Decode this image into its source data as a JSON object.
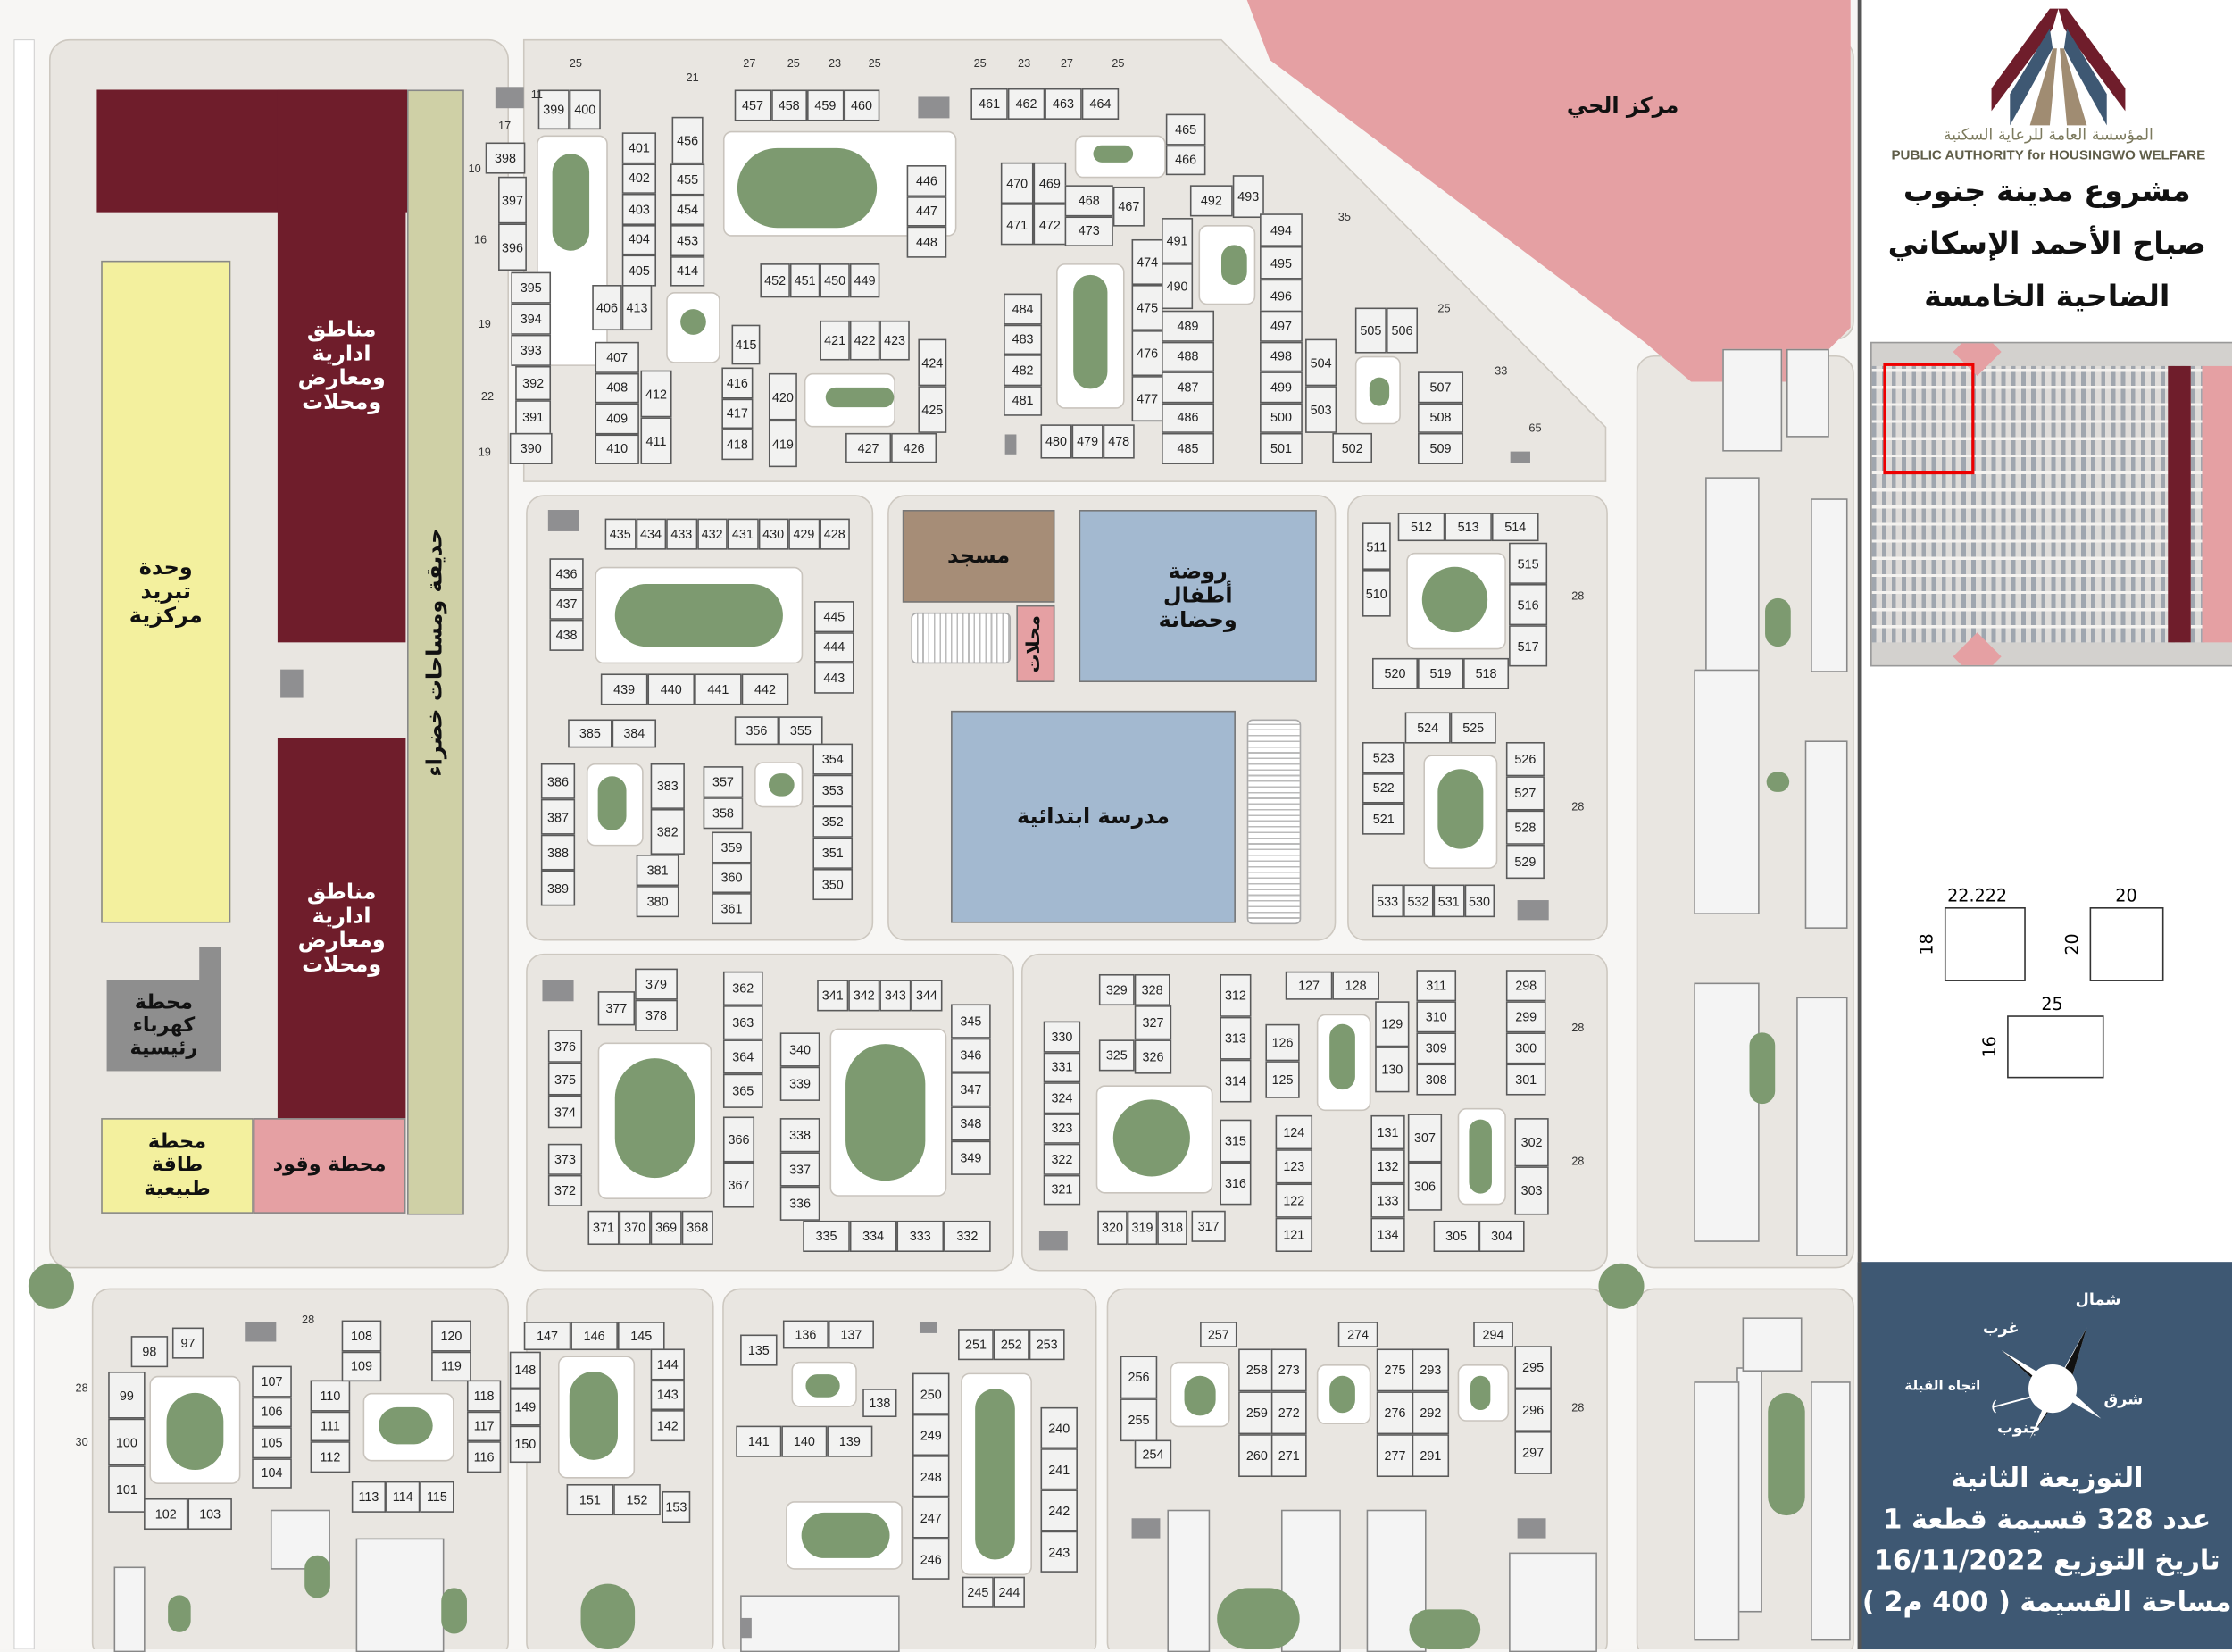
{
  "map": {
    "neighborhood_center": "مركز الحي",
    "admin_zone_top": "مناطق ادارية ومعارض ومحلات",
    "admin_zone_bottom": "مناطق ادارية ومعارض ومحلات",
    "green_strip": "حديقة ومساحات خضراء",
    "cooling_unit": "وحدة تبريد مركزية",
    "power_station": "محطة كهرباء رئيسية",
    "energy_station": "محطة طاقة طبيعية",
    "fuel_station": "محطة وقود",
    "mosque": "مسجد",
    "shops": "محلات",
    "kindergarten": "روضة أطفال وحضانة",
    "school": "مدرسة ابتدائية",
    "dimension_labels": [
      "25",
      "21",
      "27",
      "25",
      "23",
      "25",
      "25",
      "23",
      "27",
      "25",
      "35",
      "25",
      "33",
      "65",
      "28",
      "28",
      "28",
      "28",
      "28",
      "28",
      "28",
      "30",
      "22",
      "19",
      "19",
      "16",
      "10",
      "17",
      "11"
    ],
    "plot_groups": [
      [
        398
      ],
      [
        397,
        396
      ],
      [
        395,
        394,
        393
      ],
      [
        392,
        391
      ],
      [
        390
      ],
      [
        399,
        400
      ],
      [
        401,
        402,
        403,
        404,
        405
      ],
      [
        456
      ],
      [
        455,
        454,
        453,
        414
      ],
      [
        406,
        413
      ],
      [
        407,
        408,
        409,
        410
      ],
      [
        412,
        411
      ],
      [
        457,
        458,
        459,
        460
      ],
      [
        461,
        462,
        463,
        464
      ],
      [
        465,
        466
      ],
      [
        446,
        447,
        448
      ],
      [
        452,
        451,
        450,
        449
      ],
      [
        421,
        422,
        423
      ],
      [
        424,
        425
      ],
      [
        415
      ],
      [
        416,
        417,
        418
      ],
      [
        420,
        419
      ],
      [
        427,
        426
      ],
      [
        470,
        469
      ],
      [
        471,
        472
      ],
      [
        468,
        473
      ],
      [
        467
      ],
      [
        484,
        483,
        482,
        481
      ],
      [
        480,
        479,
        478
      ],
      [
        474,
        475,
        476,
        477
      ],
      [
        491,
        490
      ],
      [
        489,
        488,
        487,
        486,
        485
      ],
      [
        492
      ],
      [
        493
      ],
      [
        494,
        495,
        496
      ],
      [
        497,
        498,
        499,
        500,
        501
      ],
      [
        504,
        503
      ],
      [
        502
      ],
      [
        505,
        506
      ],
      [
        507,
        508,
        509
      ],
      [
        435,
        434,
        433,
        432,
        431,
        430,
        429,
        428
      ],
      [
        436,
        437,
        438
      ],
      [
        445,
        444,
        443
      ],
      [
        439,
        440,
        441,
        442
      ],
      [
        385,
        384
      ],
      [
        356,
        355
      ],
      [
        386,
        387,
        388,
        389
      ],
      [
        383,
        382
      ],
      [
        381,
        380
      ],
      [
        357,
        358
      ],
      [
        359,
        360,
        361
      ],
      [
        354,
        353,
        352,
        351,
        350
      ],
      [
        512,
        513,
        514
      ],
      [
        511,
        510
      ],
      [
        515,
        516,
        517
      ],
      [
        520,
        519,
        518
      ],
      [
        524,
        525
      ],
      [
        523,
        522,
        521
      ],
      [
        526,
        527,
        528,
        529
      ],
      [
        533,
        532,
        531,
        530
      ],
      [
        379,
        378
      ],
      [
        377
      ],
      [
        376,
        375,
        374
      ],
      [
        373,
        372
      ],
      [
        371,
        370,
        369,
        368
      ],
      [
        362,
        363,
        364,
        365
      ],
      [
        366,
        367
      ],
      [
        340,
        339
      ],
      [
        338,
        337,
        336
      ],
      [
        341,
        342,
        343,
        344
      ],
      [
        345,
        346,
        347,
        348,
        349
      ],
      [
        335,
        334,
        333,
        332
      ],
      [
        330,
        331,
        324,
        323,
        322,
        321
      ],
      [
        329,
        328
      ],
      [
        327,
        326
      ],
      [
        325
      ],
      [
        320,
        319,
        318
      ],
      [
        317
      ],
      [
        312,
        313,
        314
      ],
      [
        315,
        316
      ],
      [
        127,
        128
      ],
      [
        126,
        125
      ],
      [
        124,
        123,
        122,
        121
      ],
      [
        311,
        310,
        309,
        308
      ],
      [
        129,
        130
      ],
      [
        131,
        132,
        133,
        134
      ],
      [
        307,
        306
      ],
      [
        305,
        304
      ],
      [
        298,
        299,
        300,
        301
      ],
      [
        302,
        303
      ],
      [
        98
      ],
      [
        97
      ],
      [
        99,
        100,
        101
      ],
      [
        102,
        103
      ],
      [
        107,
        106,
        105,
        104
      ],
      [
        110,
        111,
        112
      ],
      [
        108,
        109
      ],
      [
        113,
        114,
        115
      ],
      [
        120,
        119
      ],
      [
        118,
        117,
        116
      ],
      [
        147,
        146,
        145
      ],
      [
        148,
        149,
        150
      ],
      [
        144,
        143,
        142
      ],
      [
        151,
        152
      ],
      [
        153
      ],
      [
        135
      ],
      [
        136,
        137
      ],
      [
        138
      ],
      [
        141,
        140,
        139
      ],
      [
        251,
        252,
        253
      ],
      [
        250,
        249,
        248,
        247,
        246
      ],
      [
        240,
        241,
        242,
        243
      ],
      [
        245,
        244
      ],
      [
        257
      ],
      [
        256,
        255
      ],
      [
        254
      ],
      [
        258,
        259,
        260
      ],
      [
        273,
        272,
        271
      ],
      [
        274
      ],
      [
        275,
        276,
        277
      ],
      [
        293,
        292,
        291
      ],
      [
        294
      ],
      [
        295,
        296,
        297
      ]
    ]
  },
  "panel": {
    "logo_arabic": "المؤسسة العامة للرعاية السكنية",
    "logo_english": "PUBLIC AUTHORITY for HOUSINGWO WELFARE",
    "title_lines": [
      "مشروع مدينة جنوب",
      "صباح الأحمد الإسكاني",
      "الضاحية الخامسة"
    ],
    "plot_dims": {
      "a_width": "22.222",
      "a_depth": "18",
      "b_width": "20",
      "b_depth": "20",
      "c_width": "25",
      "c_depth": "16"
    },
    "compass": {
      "north": "شمال",
      "west": "غرب",
      "east": "شرق",
      "south": "جنوب",
      "qibla": "اتجاه القبلة"
    },
    "info_lines": [
      "التوزيعة الثانية",
      "عدد 328 قسيمة قطعة 1",
      "تاريخ التوزيع 16/11/2022",
      "مساحة القسيمة ( 400 م2 )"
    ],
    "colors": {
      "maroon": "#6f1d2b",
      "blue": "#3e5873",
      "pink": "#e5a0a3",
      "park": "#7d9a70"
    }
  }
}
